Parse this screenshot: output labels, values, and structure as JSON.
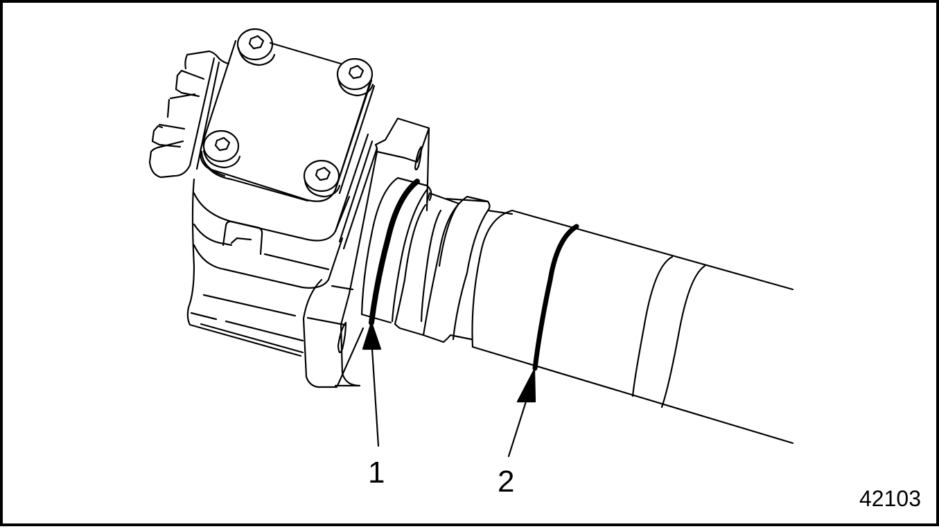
{
  "figure": {
    "number": "42103",
    "subject": "unit-pump-with-o-rings",
    "colors": {
      "line": "#000000",
      "background": "#ffffff"
    }
  },
  "callouts": [
    {
      "id": 1,
      "label": "1",
      "target": "upper-o-ring"
    },
    {
      "id": 2,
      "label": "2",
      "target": "lower-o-ring"
    }
  ]
}
